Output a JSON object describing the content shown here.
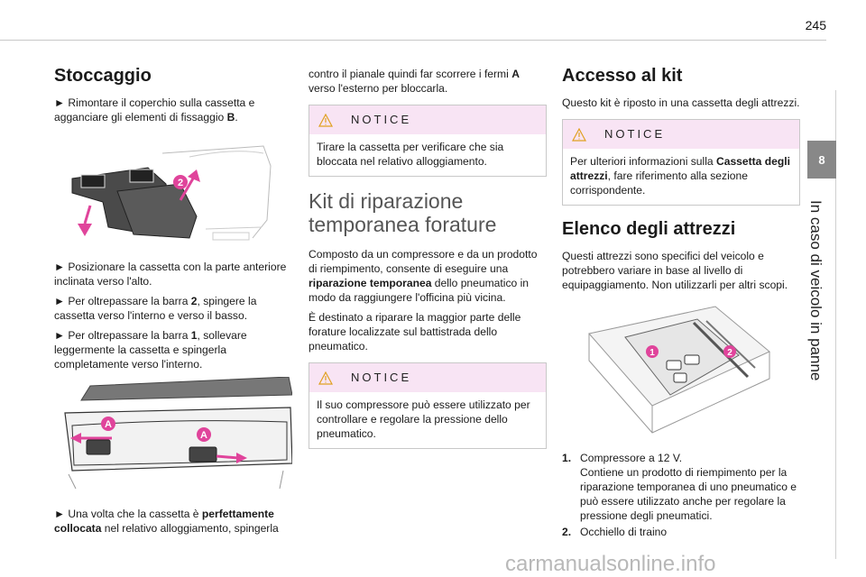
{
  "page_number": "245",
  "chapter_tab": "8",
  "side_title": "In caso di veicolo in panne",
  "col1": {
    "heading": "Stoccaggio",
    "p1_a": "► Rimontare il coperchio sulla cassetta e agganciare gli elementi di fissaggio ",
    "p1_b": "B",
    "p1_c": ".",
    "fig1_labels": [
      "2"
    ],
    "p2": "► Posizionare la cassetta con la parte anteriore inclinata verso l'alto.",
    "p3_a": "► Per oltrepassare la barra ",
    "p3_b": "2",
    "p3_c": ", spingere la cassetta verso l'interno e verso il basso.",
    "p4_a": "► Per oltrepassare la barra ",
    "p4_b": "1",
    "p4_c": ", sollevare leggermente la cassetta e spingerla completamente verso l'interno.",
    "fig2_labels": [
      "A",
      "A"
    ],
    "p5_a": "► Una volta che la cassetta è ",
    "p5_b": "perfettamente collocata",
    "p5_c": " nel relativo alloggiamento, spingerla"
  },
  "col2": {
    "p1_a": "contro il pianale quindi far scorrere i fermi ",
    "p1_b": "A",
    "p1_c": " verso l'esterno per bloccarla.",
    "notice1_label": "NOTICE",
    "notice1_text": "Tirare la cassetta per verificare che sia bloccata nel relativo alloggiamento.",
    "heading": "Kit di riparazione temporanea forature",
    "p2": "Composto da un compressore e da un prodotto di riempimento, consente di eseguire una ",
    "p2_b": "riparazione temporanea",
    "p2_c": " dello pneumatico in modo da raggiungere l'officina più vicina.",
    "p3": "È destinato a riparare la maggior parte delle forature localizzate sul battistrada dello pneumatico.",
    "notice2_label": "NOTICE",
    "notice2_text": "Il suo compressore può essere utilizzato per controllare e regolare la pressione dello pneumatico."
  },
  "col3": {
    "heading1": "Accesso al kit",
    "p1": "Questo kit è riposto in una cassetta degli attrezzi.",
    "notice_label": "NOTICE",
    "notice_a": "Per ulteriori informazioni sulla ",
    "notice_b": "Cassetta degli attrezzi",
    "notice_c": ", fare riferimento alla sezione corrispondente.",
    "heading2": "Elenco degli attrezzi",
    "p2": "Questi attrezzi sono specifici del veicolo e potrebbero variare in base al livello di equipaggiamento. Non utilizzarli per altri scopi.",
    "fig_labels": [
      "1",
      "2"
    ],
    "items": [
      {
        "num": "1.",
        "title": "Compressore a 12 V.",
        "desc": "Contiene un prodotto di riempimento per la riparazione temporanea di uno pneumatico e può essere utilizzato anche per regolare la pressione degli pneumatici."
      },
      {
        "num": "2.",
        "title": "Occhiello di traino",
        "desc": ""
      }
    ]
  },
  "watermark": "carmanualsonline.info",
  "colors": {
    "accent_magenta": "#e0449b",
    "notice_bg": "#f8e4f4",
    "tab_gray": "#888888"
  }
}
